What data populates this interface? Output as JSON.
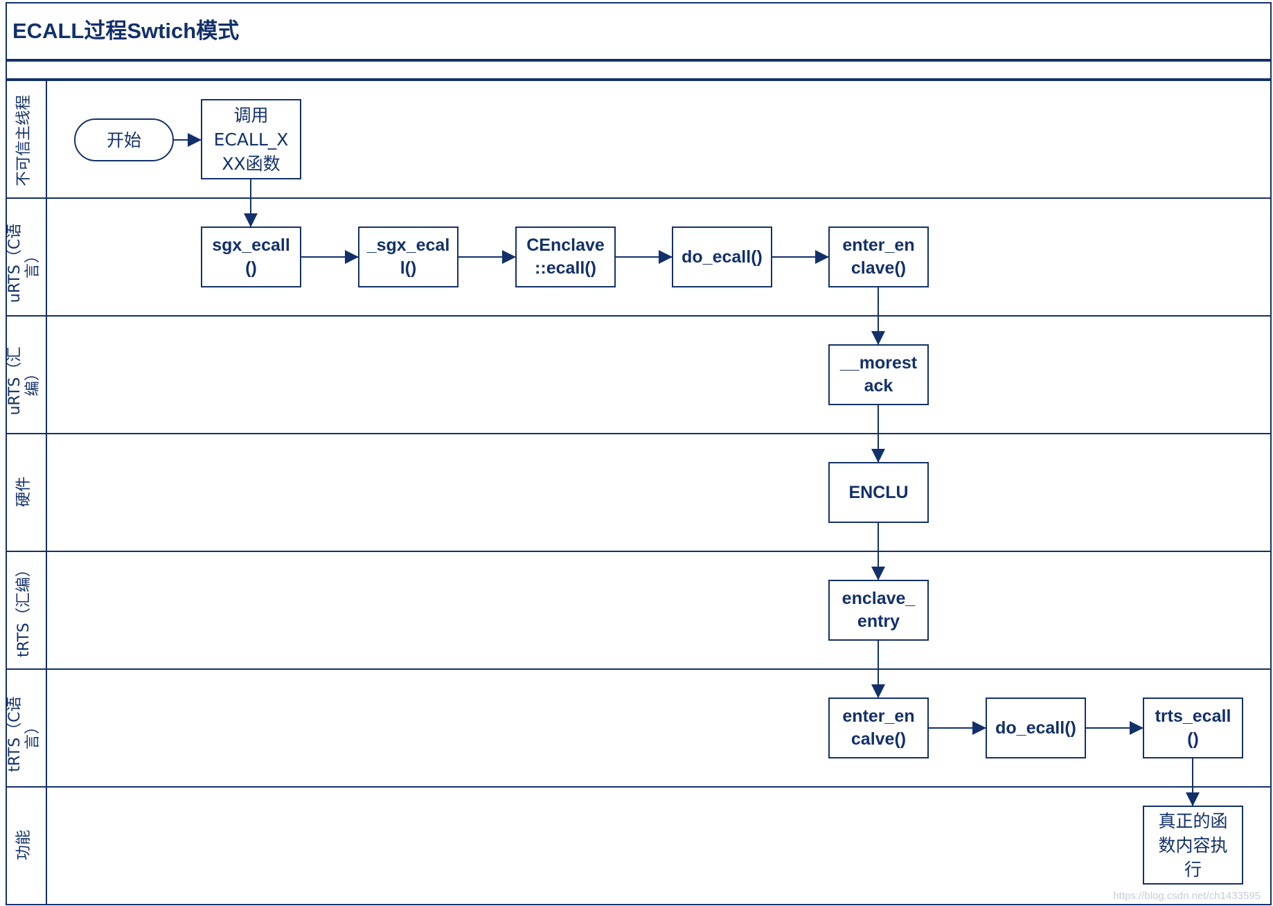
{
  "title": "ECALL过程Swtich模式",
  "lanes": [
    {
      "label": "不可信主线程"
    },
    {
      "label": "uRTS（C语\n言）"
    },
    {
      "label": "uRTS（汇\n编）"
    },
    {
      "label": "硬件"
    },
    {
      "label": "tRTS（汇编）"
    },
    {
      "label": "tRTS（C语\n言）"
    },
    {
      "label": "功能"
    }
  ],
  "nodes": {
    "start": "开始",
    "call_ecall_xxx": "调用\nECALL_X\nXX函数",
    "sgx_ecall": "sgx_ecall\n()",
    "_sgx_ecall": "_sgx_ecal\nl()",
    "cenclave_ecall": "CEnclave\n::ecall()",
    "do_ecall_urts": "do_ecall()",
    "enter_enclave": "enter_en\nclave()",
    "morestack": "__morest\nack",
    "enclu": "ENCLU",
    "enclave_entry": "enclave_\nentry",
    "enter_encalve": "enter_en\ncalve()",
    "do_ecall_trts": "do_ecall()",
    "trts_ecall": "trts_ecall\n()",
    "real_function": "真正的函\n数内容执\n行"
  },
  "watermark": "https://blog.csdn.net/ch1433595",
  "colors": {
    "stroke": "#12306a",
    "fill": "#ffffff"
  }
}
